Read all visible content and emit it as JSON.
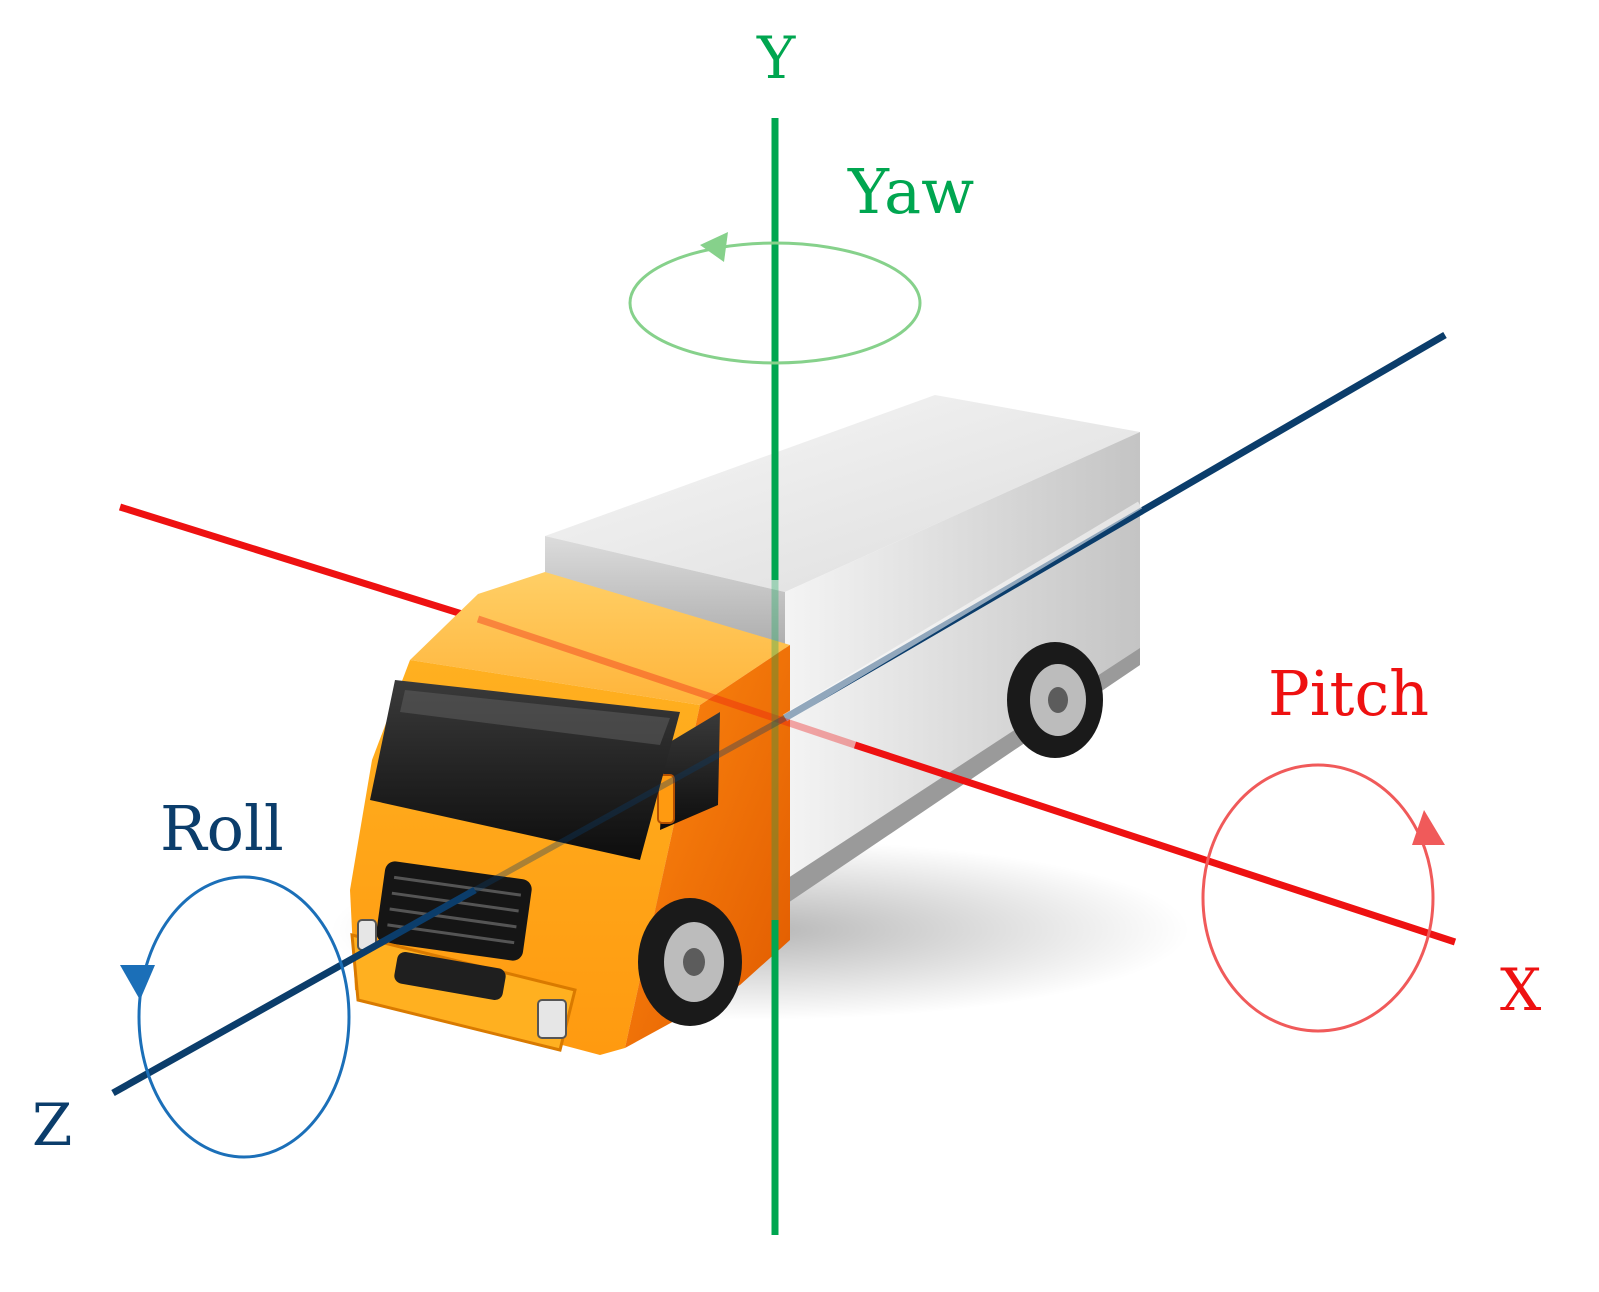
{
  "axes": {
    "x": {
      "label": "X",
      "color": "#ee1111"
    },
    "y": {
      "label": "Y",
      "color": "#00a650"
    },
    "z": {
      "label": "Z",
      "color": "#0b3d6b"
    }
  },
  "rotations": {
    "yaw": {
      "label": "Yaw",
      "axis": "y",
      "color": "#00a650",
      "ring_color": "#86d18b"
    },
    "pitch": {
      "label": "Pitch",
      "axis": "x",
      "color": "#ee1111",
      "ring_color": "#f05a5a"
    },
    "roll": {
      "label": "Roll",
      "axis": "z",
      "color": "#0b3d6b",
      "ring_color": "#1b6fb8"
    }
  },
  "colors": {
    "cab_orange": "#f07a10",
    "cab_top": "#ffbd4a",
    "box_white": "#eeeeee",
    "box_shade": "#c8c8c8",
    "background": "#ffffff"
  },
  "vehicle": {
    "icon": "truck-icon"
  }
}
